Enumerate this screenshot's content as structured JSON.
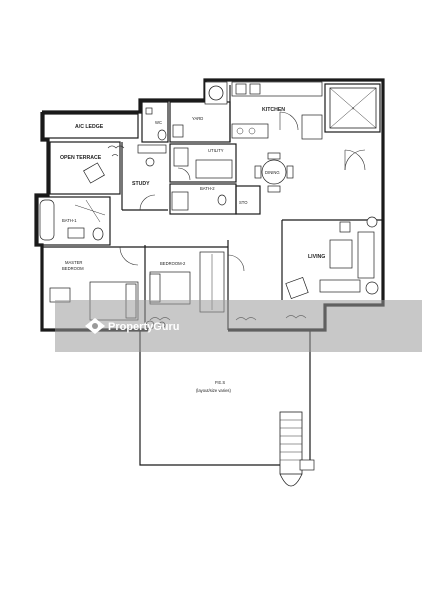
{
  "rooms": {
    "ac_ledge": "A/C LEDGE",
    "wc": "WC",
    "yard": "YARD",
    "kitchen": "KITCHEN",
    "open_terrace": "OPEN TERRACE",
    "utility": "UTILITY",
    "study": "STUDY",
    "dining": "DINING",
    "bath1": "BATH-1",
    "bath2": "BATH-2",
    "sto": "STO",
    "master_bedroom_line1": "MASTER",
    "master_bedroom_line2": "BEDROOM",
    "bedroom2": "BEDROOM-2",
    "living": "LIVING",
    "pes": "P.E.S",
    "pes_note": "(layout/size varies)"
  },
  "watermark": {
    "brand": "PropertyGuru",
    "logo": "propertyguru-logo-icon"
  },
  "colors": {
    "wall": "#1a1a1a",
    "watermark_band": "#9a9a9a"
  }
}
